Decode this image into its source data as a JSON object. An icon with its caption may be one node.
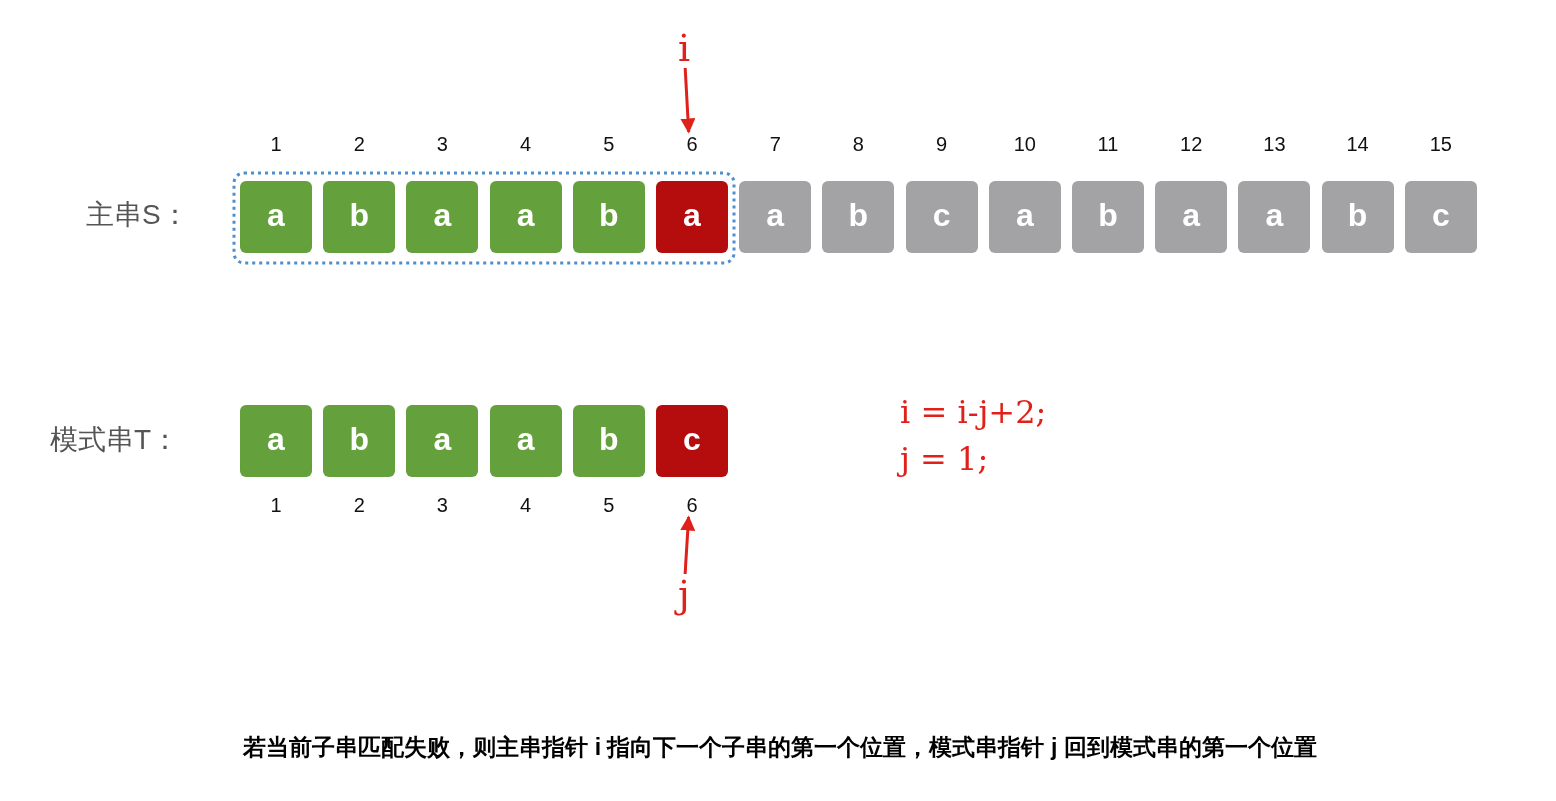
{
  "diagram": {
    "caption": "若当前子串匹配失败，则主串指针 i 指向下一个子串的第一个位置，模式串指针 j 回到模式串的第一个位置",
    "nodes": [
      {
        "text": [
          "i"
        ]
      },
      {
        "text": [
          "a"
        ],
        "beside": [
          "1"
        ]
      },
      {
        "text": [
          "b"
        ],
        "beside": [
          "2"
        ]
      },
      {
        "text": [
          "a"
        ],
        "beside": [
          "3"
        ]
      },
      {
        "text": [
          "a"
        ],
        "beside": [
          "4"
        ]
      },
      {
        "text": [
          "b"
        ],
        "beside": [
          "5"
        ]
      },
      {
        "text": [
          "a"
        ],
        "beside": [
          "6"
        ]
      },
      {
        "text": [
          "a"
        ],
        "beside": [
          "7"
        ]
      },
      {
        "text": [
          "b"
        ],
        "beside": [
          "8"
        ]
      },
      {
        "text": [
          "c"
        ],
        "beside": [
          "9"
        ]
      },
      {
        "text": [
          "a"
        ],
        "beside": [
          "10"
        ]
      },
      {
        "text": [
          "b"
        ],
        "beside": [
          "11"
        ]
      },
      {
        "text": [
          "a"
        ],
        "beside": [
          "12"
        ]
      },
      {
        "text": [
          "a"
        ],
        "beside": [
          "13"
        ]
      },
      {
        "text": [
          "b"
        ],
        "beside": [
          "14"
        ]
      },
      {
        "text": [
          "c"
        ],
        "beside": [
          "15"
        ]
      },
      {
        "text": [
          "a"
        ],
        "beside": [
          "1"
        ]
      },
      {
        "text": [
          "b"
        ],
        "beside": [
          "2"
        ]
      },
      {
        "text": [
          "a"
        ],
        "beside": [
          "3"
        ]
      },
      {
        "text": [
          "a"
        ],
        "beside": [
          "4"
        ]
      },
      {
        "text": [
          "b"
        ],
        "beside": [
          "5"
        ]
      },
      {
        "text": [
          "c"
        ],
        "beside": [
          "6"
        ]
      },
      {
        "text": [
          "j"
        ]
      }
    ],
    "edges": [
      {
        "from": 0,
        "to": 6,
        "arrow": "to"
      },
      {
        "from": 22,
        "to": 21,
        "arrow": "to"
      }
    ],
    "labels": [
      "主串S：",
      "模式串T：",
      "i = i-j+2;",
      "j = 1;"
    ]
  }
}
